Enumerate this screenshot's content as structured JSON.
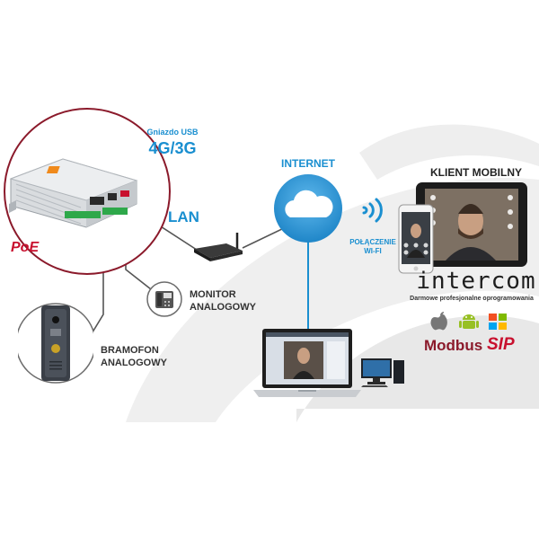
{
  "usb": {
    "caption": "Gniazdo USB",
    "label": "4G/3G"
  },
  "lan": {
    "label": "LAN"
  },
  "internet": {
    "label": "INTERNET"
  },
  "wifi": {
    "line1": "POŁĄCZENIE",
    "line2": "WI-FI"
  },
  "mobile": {
    "title": "KLIENT MOBILNY"
  },
  "intercom": {
    "wordmark": "intercom",
    "tagline": "Darmowe profesjonalne oprogramowania"
  },
  "poe": {
    "label": "PoE"
  },
  "monitor": {
    "line1": "MONITOR",
    "line2": "ANALOGOWY"
  },
  "doorphone": {
    "line1": "BRAMOFON",
    "line2": "ANALOGOWY"
  },
  "protocols": {
    "modbus": "Modbus",
    "sip": "SIP"
  },
  "colors": {
    "accent_blue": "#1a8fd0",
    "poe_red": "#c8102e",
    "circle_ring": "#8b1a2b",
    "line_gray": "#555555",
    "background_swirl": "#ececec"
  },
  "icons": {
    "gateway": "intercom-gateway-device",
    "router": "wifi-router-icon",
    "cloud": "cloud-icon",
    "wifi": "wifi-signal-icon",
    "monitor": "desk-phone-monitor-icon",
    "doorphone": "door-intercom-panel",
    "laptop": "laptop-video-call",
    "pc": "desktop-pc-icon",
    "tablet": "tablet-video-call",
    "phone": "smartphone-video-call",
    "os": [
      "apple-icon",
      "android-icon",
      "windows-icon"
    ]
  }
}
